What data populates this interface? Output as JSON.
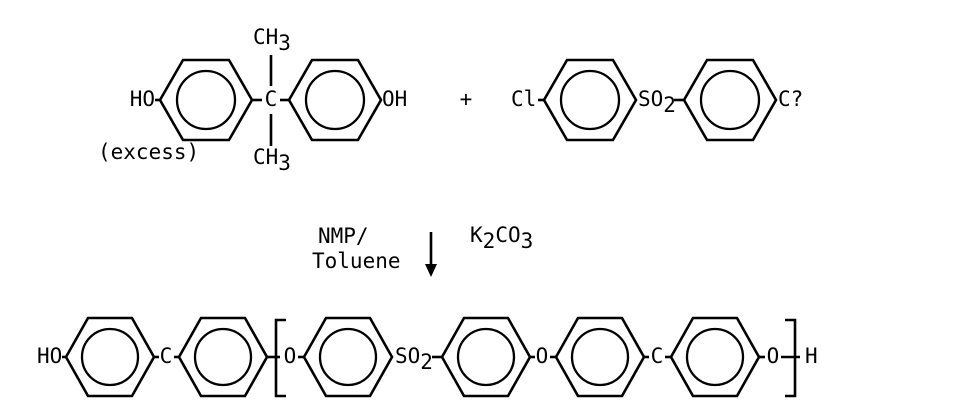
{
  "reactants": {
    "bisphenol": {
      "left_group": "HO",
      "right_group": "OH",
      "center_atom": "C",
      "methyl_top": "CH",
      "methyl_top_sub": "3",
      "methyl_bottom": "CH",
      "methyl_bottom_sub": "3",
      "note": "(excess)"
    },
    "plus": "+",
    "dichlorosulfone": {
      "left_group": "Cl",
      "bridge": "SO",
      "bridge_sub": "2",
      "right_group": "C?"
    }
  },
  "conditions": {
    "solvent_line1": "NMP/",
    "solvent_line2": "Toluene",
    "base": "K",
    "base_sub": "2",
    "base_rest": "CO",
    "base_sub2": "3"
  },
  "product": {
    "start_group": "HO",
    "linker_c1": "C",
    "o1": "O",
    "sulfone": "SO",
    "sulfone_sub": "2",
    "o2": "O",
    "linker_c2": "C",
    "o3": "O",
    "end_group": "H"
  },
  "colors": {
    "ink": "#000000",
    "background": "#ffffff"
  }
}
